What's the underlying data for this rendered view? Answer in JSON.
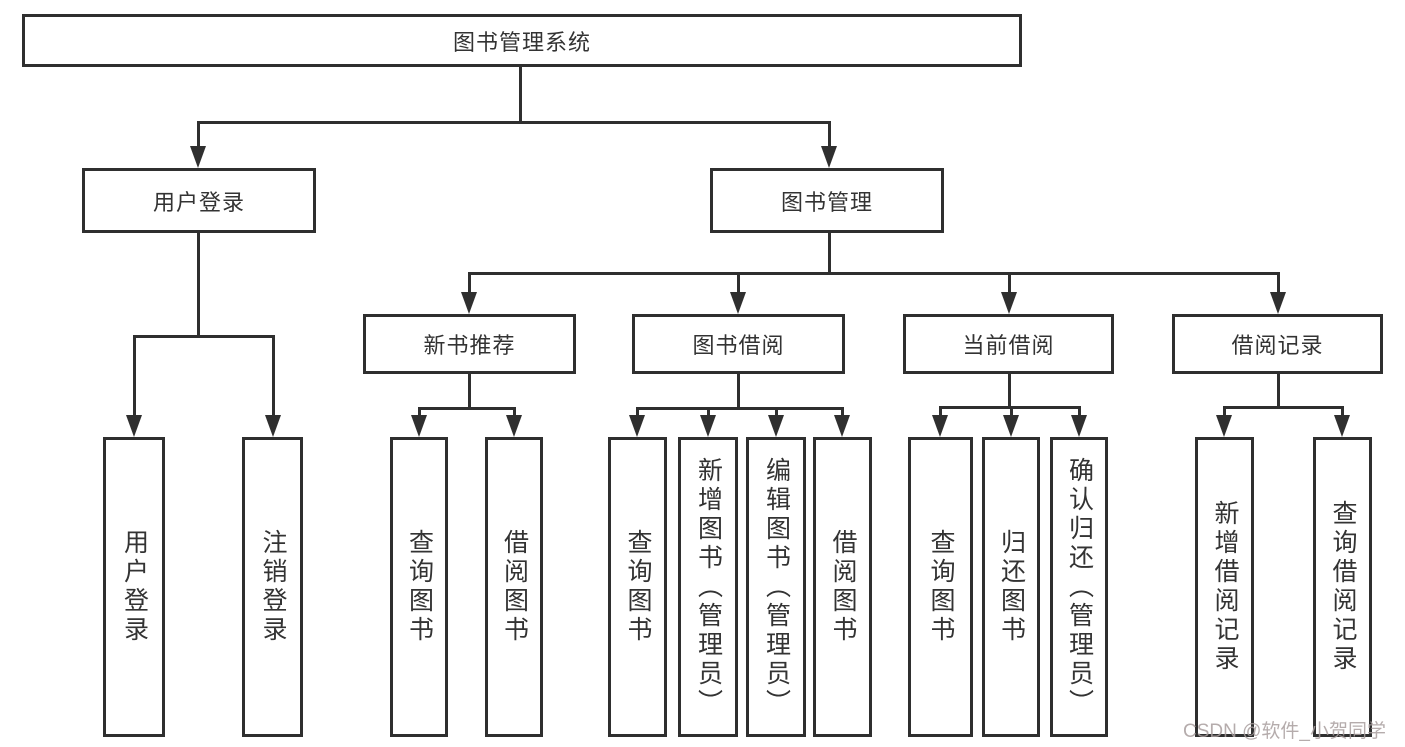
{
  "diagram": {
    "title": "图书管理系统",
    "nodes": {
      "root": "图书管理系统",
      "user_login": "用户登录",
      "book_management": "图书管理",
      "new_book_recommend": "新书推荐",
      "book_borrow": "图书借阅",
      "current_borrow": "当前借阅",
      "borrow_records": "借阅记录",
      "user_login_children": {
        "login": "用户登录",
        "logout": "注销登录"
      },
      "new_book_recommend_children": {
        "query_books": "查询图书",
        "borrow_books": "借阅图书"
      },
      "book_borrow_children": {
        "query_books": "查询图书",
        "add_books": "新增图书（管理员）",
        "edit_books": "编辑图书（管理员）",
        "borrow_books": "借阅图书"
      },
      "current_borrow_children": {
        "query_books": "查询图书",
        "return_books": "归还图书",
        "confirm_return": "确认归还（管理员）"
      },
      "borrow_records_children": {
        "add_record": "新增借阅记录",
        "query_record": "查询借阅记录"
      }
    },
    "watermark": "CSDN @软件_小贺同学",
    "colors": {
      "line": "#2f2f2f",
      "box_border": "#2f2f2f",
      "text": "#333333",
      "background": "#ffffff",
      "watermark": "#a89e9e"
    }
  }
}
